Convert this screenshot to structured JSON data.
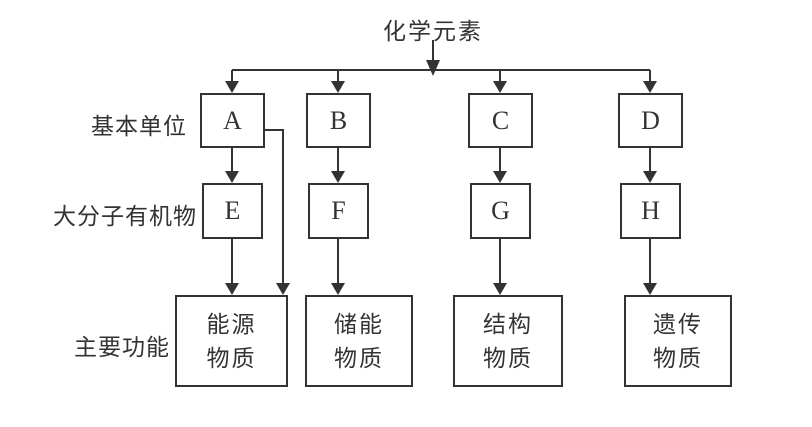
{
  "title": "化学元素",
  "row_labels": {
    "units": "基本单位",
    "macromolecules": "大分子有机物",
    "functions": "主要功能"
  },
  "columns": [
    {
      "unit": "A",
      "macromolecule": "E",
      "function_lines": [
        "能源",
        "物质"
      ]
    },
    {
      "unit": "B",
      "macromolecule": "F",
      "function_lines": [
        "储能",
        "物质"
      ]
    },
    {
      "unit": "C",
      "macromolecule": "G",
      "function_lines": [
        "结构",
        "物质"
      ]
    },
    {
      "unit": "D",
      "macromolecule": "H",
      "function_lines": [
        "遗传",
        "物质"
      ]
    }
  ],
  "colors": {
    "line": "#333333",
    "text": "#333333",
    "background": "#ffffff"
  }
}
